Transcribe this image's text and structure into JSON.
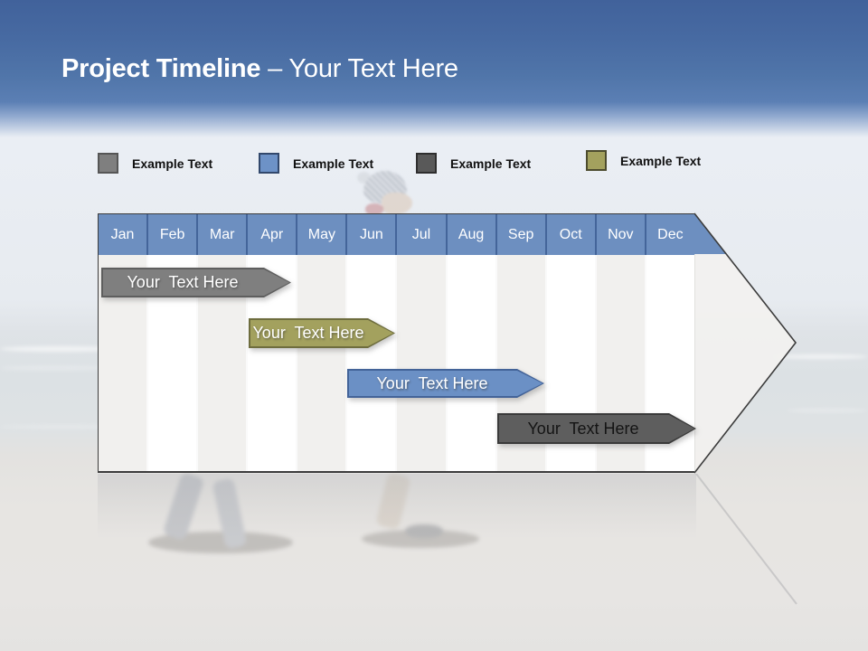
{
  "slide": {
    "title": {
      "primary": "Project Timeline",
      "secondary": "– Your Text Here"
    }
  },
  "legend": {
    "items": [
      {
        "label": "Example Text",
        "swatch_color": "#7f7f7f",
        "swatch_border": "#565656"
      },
      {
        "label": "Example Text",
        "swatch_color": "#6d92c7",
        "swatch_border": "#32486c"
      },
      {
        "label": "Example Text",
        "swatch_color": "#595959",
        "swatch_border": "#2e2e2e"
      },
      {
        "label": "Example Text",
        "swatch_color": "#a3a15e",
        "swatch_border": "#4c4b2e"
      }
    ]
  },
  "timeline": {
    "header_color": "#6d8fc0",
    "header_divider_color": "#44659a",
    "months": [
      "Jan",
      "Feb",
      "Mar",
      "Apr",
      "May",
      "Jun",
      "Jul",
      "Aug",
      "Sep",
      "Oct",
      "Nov",
      "Dec"
    ],
    "bars": [
      {
        "label": "Your  Text Here",
        "fill": "#7f7f7f",
        "border": "#5e5e5e",
        "text_color": "#ffffff",
        "span": "Jan – Apr"
      },
      {
        "label": "Your  Text Here",
        "fill": "#a3a15e",
        "border": "#6e6d3e",
        "text_color": "#ffffff",
        "span": "Apr – Jun"
      },
      {
        "label": "Your  Text Here",
        "fill": "#6b90c5",
        "border": "#436398",
        "text_color": "#ffffff",
        "span": "Jun – Sep"
      },
      {
        "label": "Your  Text Here",
        "fill": "#5e5e5e",
        "border": "#3a3a3a",
        "text_color": "#141414",
        "span": "Sep – Dec"
      }
    ]
  }
}
